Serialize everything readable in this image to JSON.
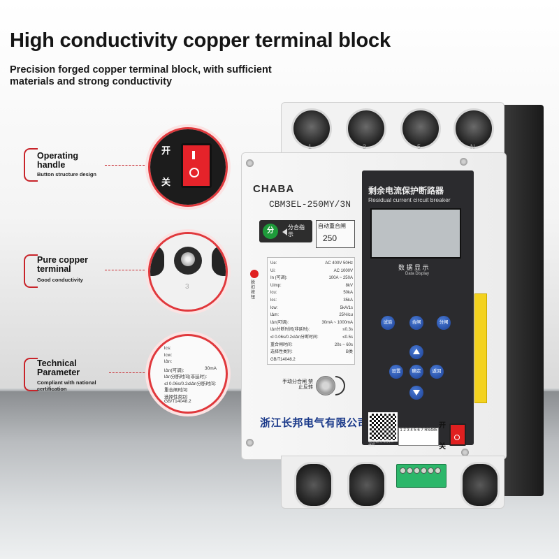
{
  "headline": "High conductivity copper terminal block",
  "subheadline": "Precision forged copper terminal block, with sufficient materials and strong conductivity",
  "callouts": [
    {
      "title": "Operating handle",
      "description": "Button structure design",
      "icon": "rocker-switch"
    },
    {
      "title": "Pure copper terminal",
      "description": "Good conductivity",
      "icon": "terminal-screw"
    },
    {
      "title": "Technical Parameter",
      "description": "Compliant with national certification",
      "icon": "spec-label"
    }
  ],
  "zoom_switch": {
    "on_label": "开",
    "off_label": "关"
  },
  "zoom_terminal": {
    "number": "3"
  },
  "zoom_spec_lines": [
    "lcs:",
    "lcw:",
    "lΔn:",
    "lΔn(可调):",
    "lΔn分断时间(非延时):",
    "≤l 0.06s/0.2≤lΔn分断时间:",
    "重合闸时间:",
    "选择性类别:",
    "GB/T14048.2"
  ],
  "zoom_spec_value": "30mA",
  "device": {
    "brand": "CHABA",
    "model": "CBM3EL-250MY/3N",
    "indicator_button": "分",
    "indicator_label": "分合指示",
    "auto_reclose_label": "自动重合闸",
    "auto_reclose_value": "250",
    "red_button_label": "脱扣按钮",
    "pole_labels": [
      "1",
      "3",
      "5",
      "N"
    ],
    "specs": [
      {
        "k": "Ue:",
        "v": "AC 400V  50Hz"
      },
      {
        "k": "Ui:",
        "v": "AC 1000V"
      },
      {
        "k": "In (可调):",
        "v": "100A ~ 250A"
      },
      {
        "k": "Uimp:",
        "v": "8kV"
      },
      {
        "k": "lcu:",
        "v": "50kA"
      },
      {
        "k": "lcs:",
        "v": "35kA"
      },
      {
        "k": "lcw:",
        "v": "5kA/1s"
      },
      {
        "k": "lΔm:",
        "v": "25%lcu"
      },
      {
        "k": "lΔn(可调):",
        "v": "30mA ~ 1000mA"
      },
      {
        "k": "lΔn分断时间(非延时):",
        "v": "≤0.3s"
      },
      {
        "k": "≤l 0.06s/0.2≤lΔn分断时间:",
        "v": "≤0.5s"
      },
      {
        "k": "重合闸时间:",
        "v": "20s ~ 60s"
      },
      {
        "k": "选择性类别:",
        "v": "B类"
      },
      {
        "k": "GB/T14048.2",
        "v": ""
      }
    ],
    "knob_label": "手动分合闸 禁止反转",
    "company": "浙江长邦电气有限公司",
    "panel_title_cn": "剩余电流保护断路器",
    "panel_title_en": "Residual current circuit breaker",
    "display_label_cn": "数 据 显 示",
    "display_label_en": "Data Display",
    "keys": {
      "test": "试验",
      "close": "合闸",
      "open": "分闸",
      "set": "设置",
      "confirm": "确定",
      "back": "返回"
    },
    "qr_label": "使用说明 请扫二维码",
    "rs_label": "1 2 3 4 5 6 7  RS485",
    "switch_on": "开",
    "switch_off": "关"
  },
  "colors": {
    "accent_red": "#c8242a",
    "panel_dark": "#2b2b2e",
    "key_blue": "#1b3f93",
    "company_blue": "#1b3a8a",
    "terminal_green": "#2cb76a"
  }
}
